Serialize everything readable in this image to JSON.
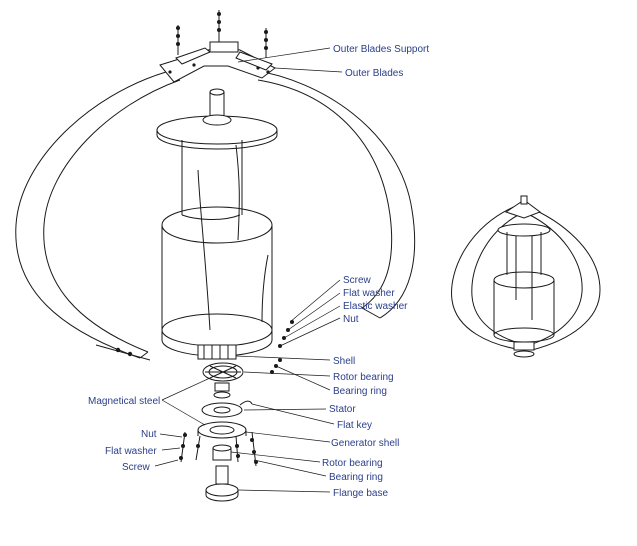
{
  "diagram": {
    "labels": {
      "outer_blades_support": "Outer Blades Support",
      "outer_blades": "Outer Blades",
      "screw_upper": "Screw",
      "flat_washer_upper": "Flat washer",
      "elastic_washer": "Elastic washer",
      "nut_upper": "Nut",
      "shell": "Shell",
      "rotor_bearing_upper": "Rotor bearing",
      "bearing_ring_upper": "Bearing ring",
      "magnetical_steel": "Magnetical steel",
      "stator": "Stator",
      "flat_key": "Flat key",
      "generator_shell": "Generator shell",
      "nut_lower": "Nut",
      "flat_washer_lower": "Flat washer",
      "screw_lower": "Screw",
      "rotor_bearing_lower": "Rotor bearing",
      "bearing_ring_lower": "Bearing ring",
      "flange_base": "Flange base"
    },
    "colors": {
      "label_text": "#2b3f8a",
      "line_art": "#1a1a1a",
      "background": "#ffffff"
    }
  }
}
